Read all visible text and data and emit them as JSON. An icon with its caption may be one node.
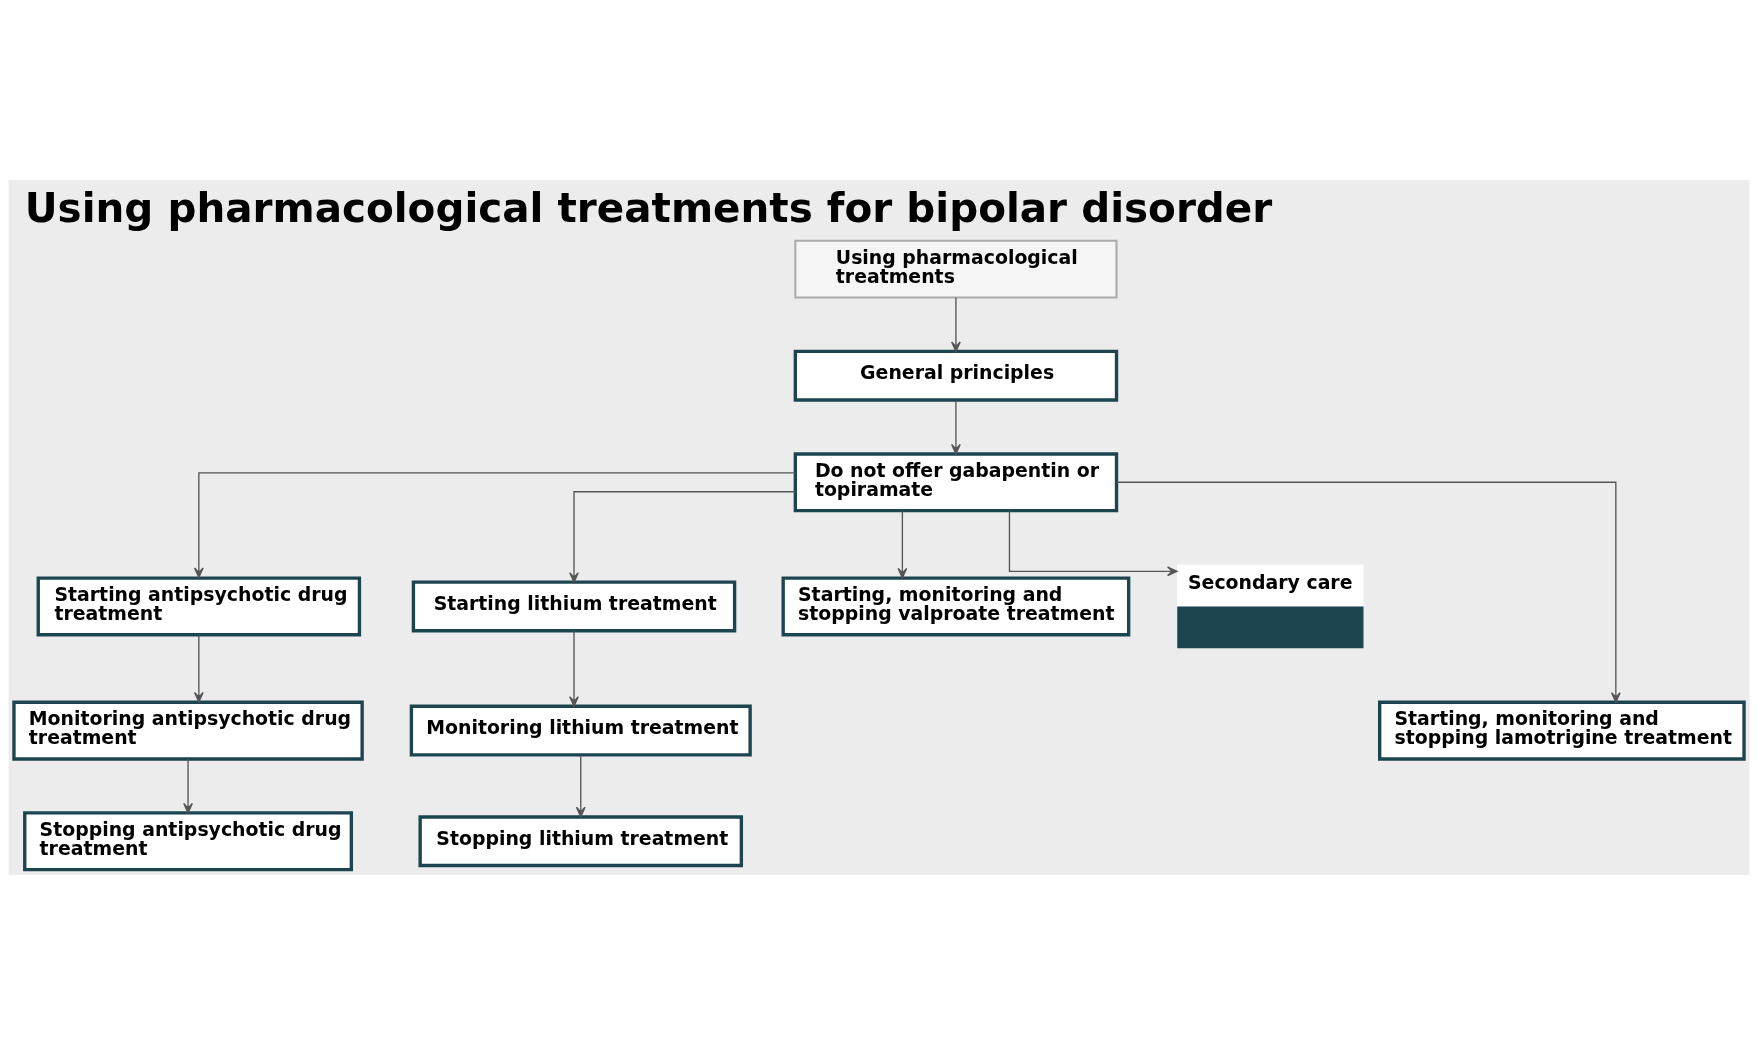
{
  "diagram": {
    "title": "Using pharmacological treatments for bipolar disorder",
    "nodes": [
      {
        "text": [
          "Using pharmacological treatments"
        ]
      },
      {
        "text": [
          "General principles"
        ]
      },
      {
        "text": [
          "Do not offer gabapentin or topiramate"
        ]
      },
      {
        "text": [
          "Starting antipsychotic drug treatment"
        ]
      },
      {
        "text": [
          "Starting lithium treatment"
        ]
      },
      {
        "text": [
          "Starting, monitoring and stopping valproate treatment"
        ]
      },
      {
        "text": [
          "Secondary care"
        ]
      },
      {
        "text": [
          "Monitoring antipsychotic drug treatment"
        ]
      },
      {
        "text": [
          "Monitoring lithium treatment"
        ]
      },
      {
        "text": [
          "Starting, monitoring and stopping lamotrigine treatment"
        ]
      },
      {
        "text": [
          "Stopping antipsychotic drug treatment"
        ]
      },
      {
        "text": [
          "Stopping lithium treatment"
        ]
      }
    ],
    "edges": [
      {
        "from": 0,
        "to": 1,
        "arrow": "to"
      },
      {
        "from": 1,
        "to": 2,
        "arrow": "to"
      },
      {
        "from": 2,
        "to": 3,
        "arrow": "to"
      },
      {
        "from": 2,
        "to": 4,
        "arrow": "to"
      },
      {
        "from": 2,
        "to": 5,
        "arrow": "to"
      },
      {
        "from": 2,
        "to": 9,
        "arrow": "to"
      },
      {
        "from": 2,
        "to": 6,
        "arrow": "to"
      },
      {
        "from": 3,
        "to": 7,
        "arrow": "to"
      },
      {
        "from": 7,
        "to": 10,
        "arrow": "to"
      },
      {
        "from": 4,
        "to": 8,
        "arrow": "to"
      },
      {
        "from": 8,
        "to": 11,
        "arrow": "to"
      }
    ]
  }
}
